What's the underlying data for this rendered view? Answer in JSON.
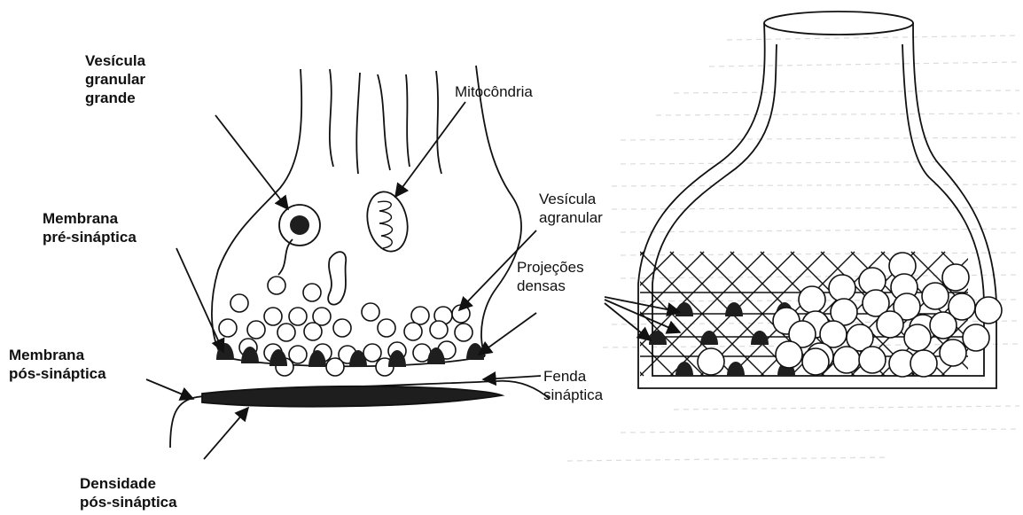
{
  "colors": {
    "background": "#ffffff",
    "ink": "#111111",
    "fill_dark": "#1e1e1e",
    "faint_text": "#d8d8d8"
  },
  "labels": {
    "large_granular_vesicle": "Vesícula\ngranular\ngrande",
    "mitochondria": "Mitocôndria",
    "agranular_vesicle": "Vesícula\nagranular",
    "presynaptic_membrane": "Membrana\npré-sináptica",
    "dense_projections": "Projeções\ndensas",
    "postsynaptic_membrane": "Membrana\npós-sináptica",
    "synaptic_cleft": "Fenda\nsináptica",
    "postsynaptic_density": "Densidade\npós-sináptica"
  }
}
